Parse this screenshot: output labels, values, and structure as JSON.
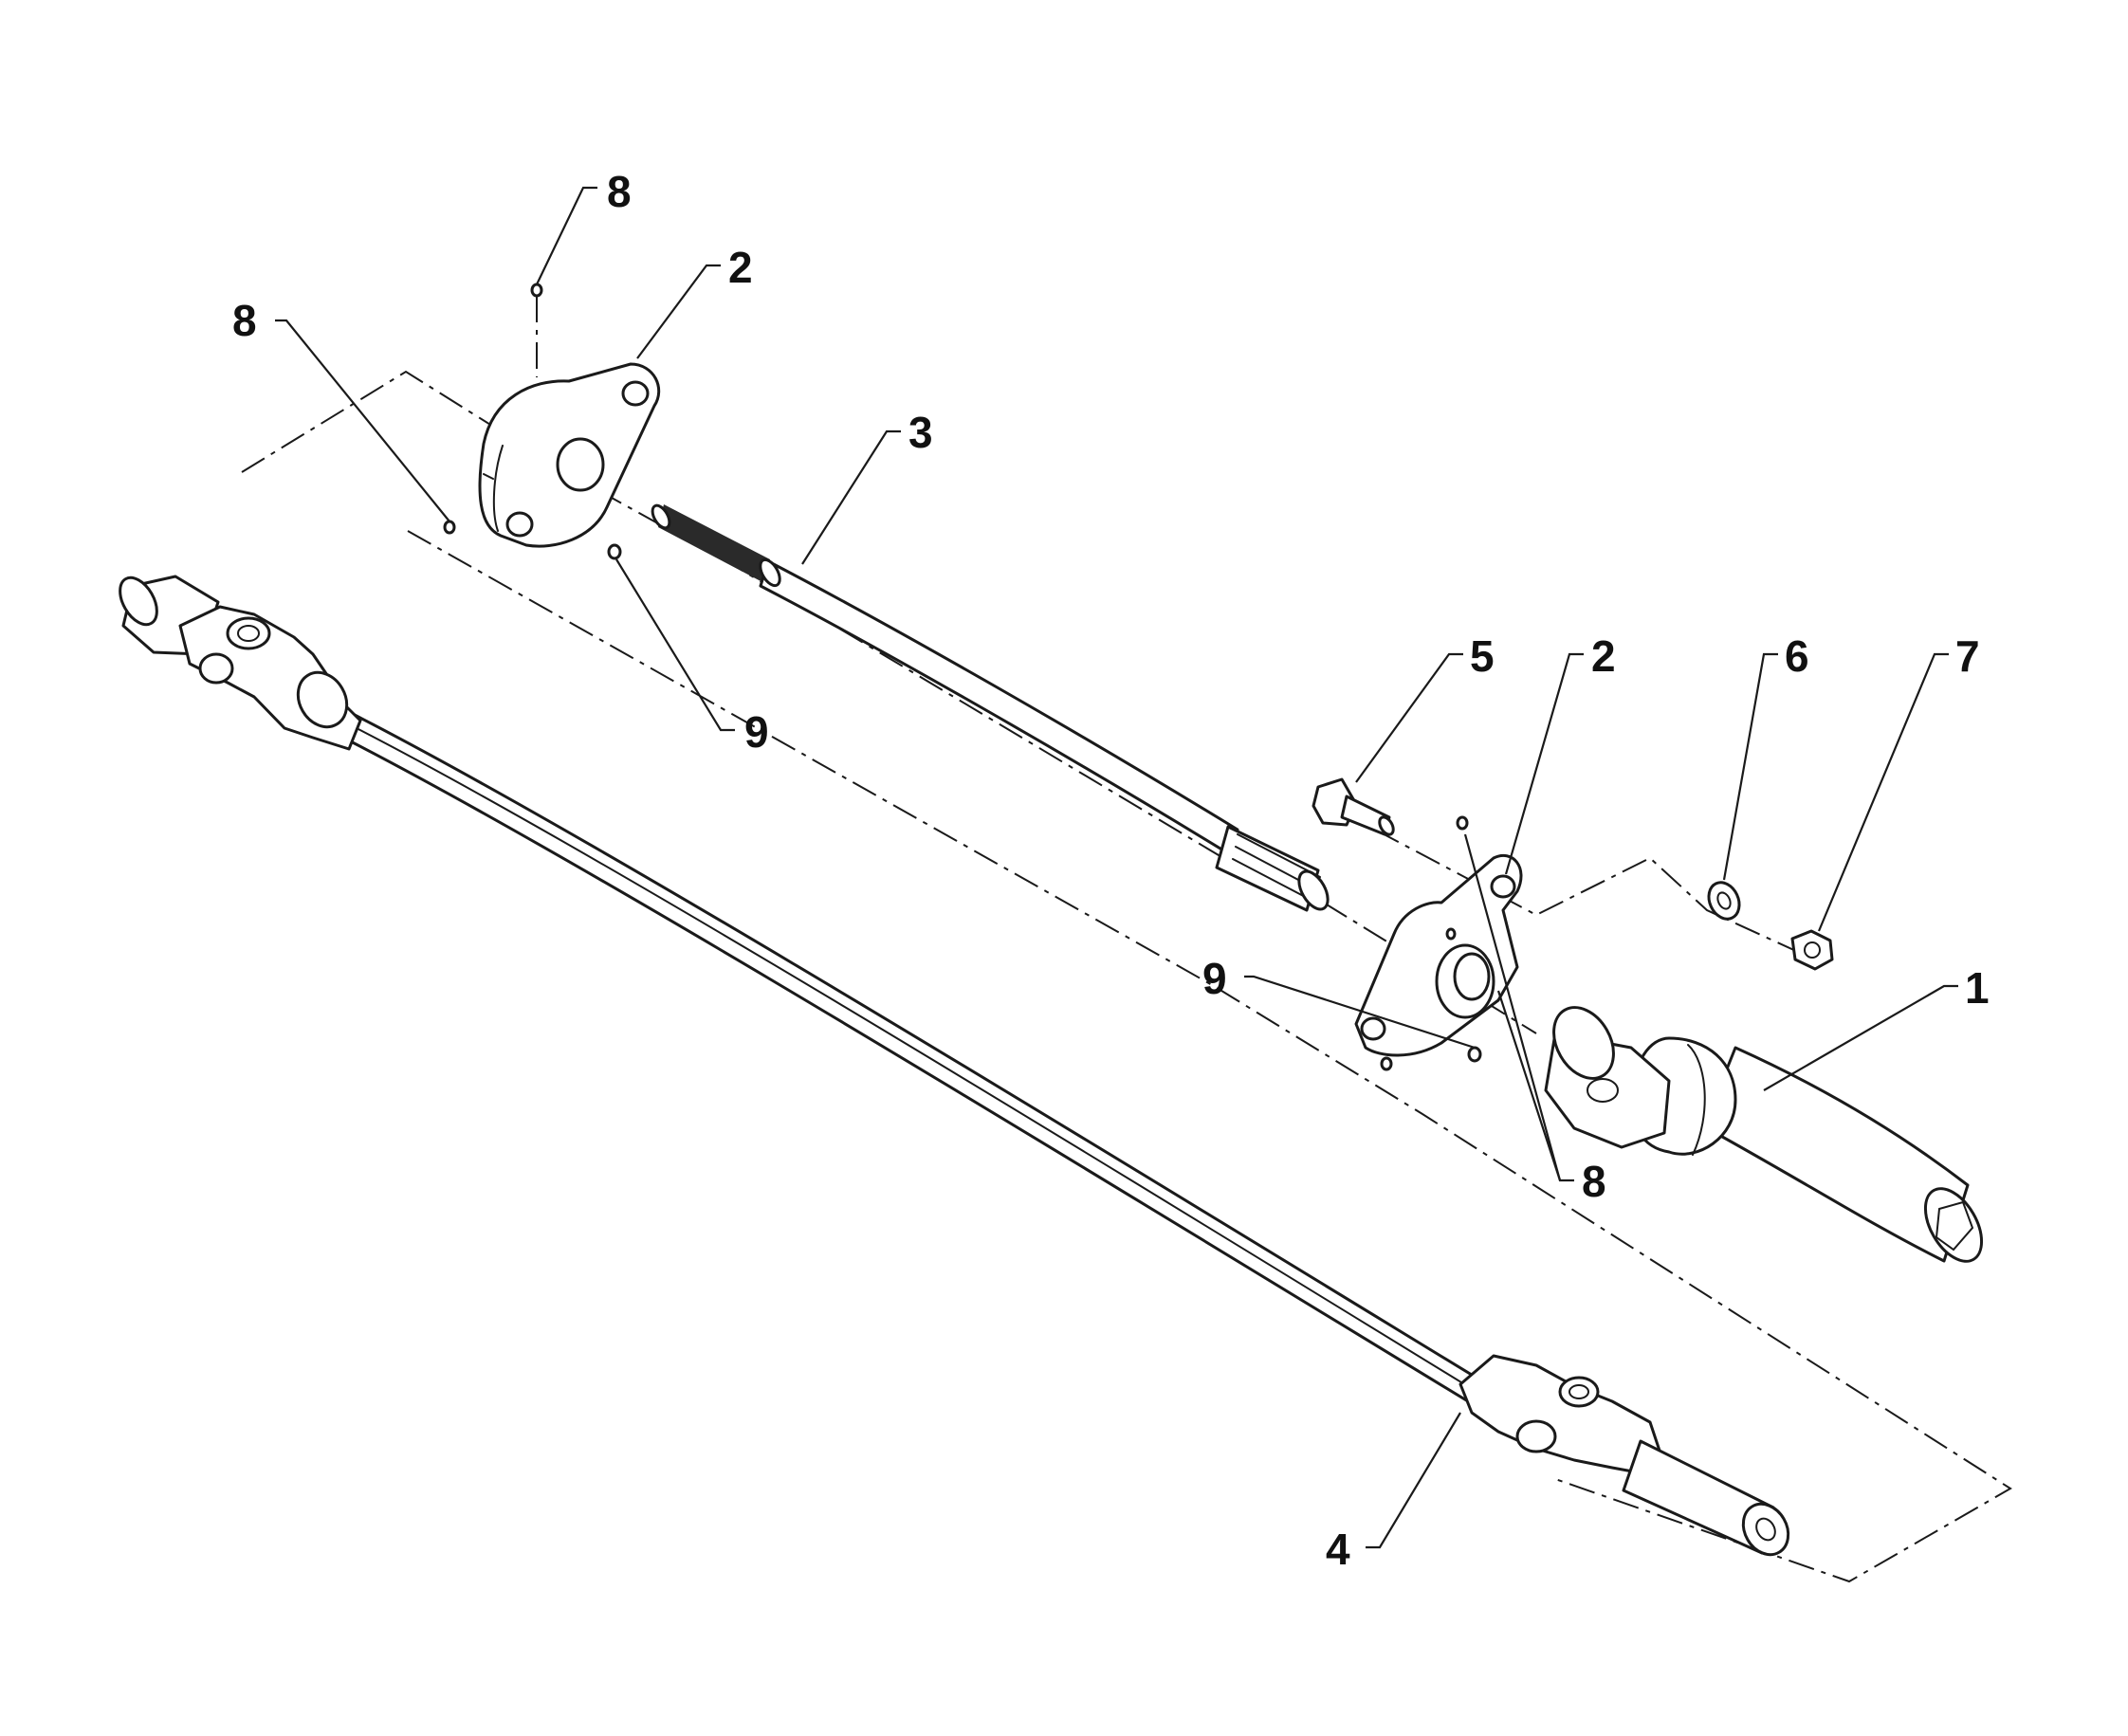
{
  "diagram": {
    "callouts": [
      {
        "id": "c8a",
        "text": "8"
      },
      {
        "id": "c8b",
        "text": "8"
      },
      {
        "id": "c2a",
        "text": "2"
      },
      {
        "id": "c3",
        "text": "3"
      },
      {
        "id": "c9a",
        "text": "9"
      },
      {
        "id": "c5",
        "text": "5"
      },
      {
        "id": "c2b",
        "text": "2"
      },
      {
        "id": "c6",
        "text": "6"
      },
      {
        "id": "c7",
        "text": "7"
      },
      {
        "id": "c9b",
        "text": "9"
      },
      {
        "id": "c1",
        "text": "1"
      },
      {
        "id": "c8c",
        "text": "8"
      },
      {
        "id": "c4",
        "text": "4"
      }
    ]
  }
}
